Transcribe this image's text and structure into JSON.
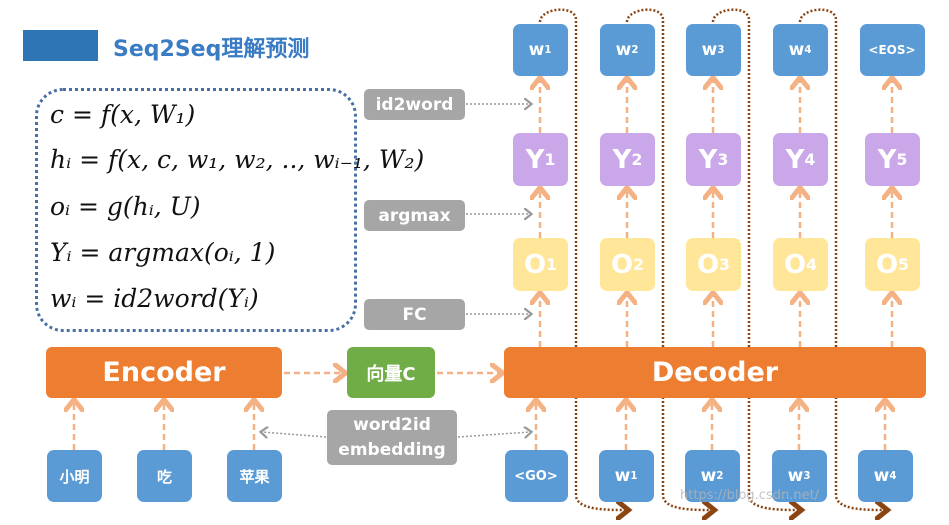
{
  "title": "Seq2Seq理解预测",
  "formulas": [
    "c = f(x, W₁)",
    "hᵢ = f(x, c, w₁, w₂, .., wᵢ₋₁, W₂)",
    "oᵢ = g(hᵢ, U)",
    "Yᵢ = argmax(oᵢ, 1)",
    "wᵢ = id2word(Yᵢ)"
  ],
  "labels": {
    "id2word": "id2word",
    "argmax": "argmax",
    "fc": "FC",
    "embedding": [
      "word2id",
      "embedding"
    ]
  },
  "encoder": "Encoder",
  "context": "向量C",
  "decoder": "Decoder",
  "encoder_inputs": [
    "小明",
    "吃",
    "苹果"
  ],
  "decoder_inputs": [
    {
      "t": "<GO>",
      "s": ""
    },
    {
      "t": "w",
      "s": "1"
    },
    {
      "t": "w",
      "s": "2"
    },
    {
      "t": "w",
      "s": "3"
    },
    {
      "t": "w",
      "s": "4"
    }
  ],
  "outputs_w": [
    {
      "t": "w",
      "s": "1"
    },
    {
      "t": "w",
      "s": "2"
    },
    {
      "t": "w",
      "s": "3"
    },
    {
      "t": "w",
      "s": "4"
    },
    {
      "t": "<EOS>",
      "s": ""
    }
  ],
  "outputs_Y": [
    {
      "t": "Y",
      "s": "1"
    },
    {
      "t": "Y",
      "s": "2"
    },
    {
      "t": "Y",
      "s": "3"
    },
    {
      "t": "Y",
      "s": "4"
    },
    {
      "t": "Y",
      "s": "5"
    }
  ],
  "outputs_O": [
    {
      "t": "O",
      "s": "1"
    },
    {
      "t": "O",
      "s": "2"
    },
    {
      "t": "O",
      "s": "3"
    },
    {
      "t": "O",
      "s": "4"
    },
    {
      "t": "O",
      "s": "5"
    }
  ],
  "watermark": "https://blog.csdn.net/",
  "colors": {
    "encoder": "#ed7d31",
    "context": "#70ad47",
    "token": "#5b9bd5",
    "Y": "#c9a7e8",
    "O": "#ffe699",
    "label": "#a6a6a6"
  }
}
